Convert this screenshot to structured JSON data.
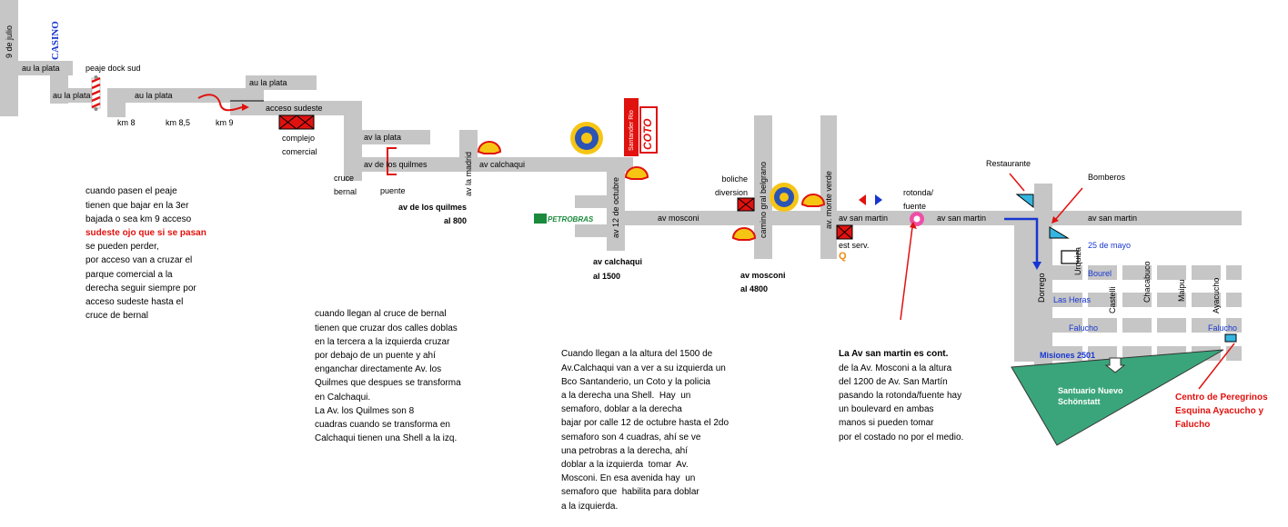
{
  "roads": {
    "nueve_de_julio": "9 de julio",
    "au_la_plata_1": "au la plata",
    "au_la_plata_2": "au la plata",
    "au_la_plata_3": "au la plata",
    "au_la_plata_4": "au la plata",
    "peaje": "peaje dock sud",
    "km8": "km 8",
    "km85": "km 8,5",
    "km9": "km 9",
    "acceso_sudeste": "acceso sudeste",
    "av_la_plata": "av la plata",
    "av_de_los_quilmes": "av de los quilmes",
    "av_la_madrid": "av la madrid",
    "av_calchaqui": "av calchaqui",
    "av_12_octubre": "av 12 de octubre",
    "av_mosconi": "av mosconi",
    "camino_belgrano": "camino gral belgrano",
    "av_monte_verde": "av. monte verde",
    "av_san_martin_1": "av san martin",
    "av_san_martin_2": "av san martin",
    "av_san_martin_3": "av san martin"
  },
  "places": {
    "complejo": [
      "complejo",
      "comercial"
    ],
    "cruce_bernal": [
      "cruce",
      "bernal"
    ],
    "puente": "puente",
    "boliche": [
      "boliche",
      "diversion"
    ],
    "rotonda": [
      "rotonda/",
      "fuente"
    ],
    "est_serv": "est serv.",
    "restaurante": "Restaurante",
    "bomberos": "Bomberos",
    "petrobras": "PETROBRAS",
    "santander": "Santander Rio",
    "coto": "COTO",
    "carrefour_q": "Q"
  },
  "bold_labels": {
    "quilmes_800": [
      "av de los quilmes",
      "al 800"
    ],
    "calchaqui_1500": [
      "av calchaqui",
      "al 1500"
    ],
    "mosconi_4800": [
      "av mosconi",
      "al 4800"
    ]
  },
  "streets": {
    "dorrego": "Dorrego",
    "urquiza": "Urquiza",
    "castelli": "Castelli",
    "chacabuco": "Chacabuco",
    "maipu": "Maipu",
    "ayacucho": "Ayacucho",
    "veinticinco_mayo": "25 de mayo",
    "bourel": "Bourel",
    "las_heras": "Las Heras",
    "falucho_1": "Falucho",
    "falucho_2": "Falucho",
    "misiones": "Misiones 2501",
    "santuario": [
      "Santuario Nuevo",
      "Schönstatt"
    ],
    "centro": [
      "Centro de Peregrinos",
      "Esquina Ayacucho y",
      "Falucho"
    ]
  },
  "notes": {
    "note1_a": [
      "cuando pasen el peaje",
      "tienen que bajar en la 3er",
      "bajada o sea km 9 acceso"
    ],
    "note1_red": "sudeste ojo que si se pasan",
    "note1_b": [
      "se pueden perder,",
      "por acceso van a cruzar el",
      "parque comercial a la",
      "derecha seguir siempre por",
      "acceso sudeste hasta el",
      "cruce de bernal"
    ],
    "note2": [
      "cuando llegan al cruce de bernal",
      "tienen que cruzar dos calles doblas",
      "en la tercera a la izquierda cruzar",
      "por debajo de un puente y ahí",
      "enganchar directamente Av. los",
      "Quilmes que despues se transforma",
      "en Calchaqui.",
      "La Av. los Quilmes son 8",
      "cuadras cuando se transforma en",
      "Calchaqui tienen una Shell a la izq."
    ],
    "note3": [
      "Cuando llegan a la altura del 1500 de",
      "Av.Calchaqui van a ver a su izquierda un",
      "Bco Santanderio, un Coto y la policia",
      "a la derecha una Shell.  Hay  un",
      "semaforo, doblar a la derecha",
      "bajar por calle 12 de octubre hasta el 2do",
      "semaforo son 4 cuadras, ahí se ve",
      "una petrobras a la derecha, ahí",
      "doblar a la izquierda  tomar  Av.",
      "Mosconi. En esa avenida hay  un",
      "semaforo que  habilita para doblar",
      "a la izquierda."
    ],
    "note4_title": "La Av san martin es cont.",
    "note4": [
      "de la Av. Mosconi a la altura",
      "del 1200 de Av. San Martín",
      "pasando la rotonda/fuente hay",
      "un boulevard en ambas",
      "manos si pueden tomar",
      "por el costado no por el medio."
    ]
  },
  "colors": {
    "road": "#c6c6c6",
    "red": "#e0120f",
    "blue": "#1736d0",
    "green": "#3aa57b",
    "pink": "#ee4fa6",
    "cyan": "#34b5e0",
    "shell_yellow": "#f6c514"
  }
}
